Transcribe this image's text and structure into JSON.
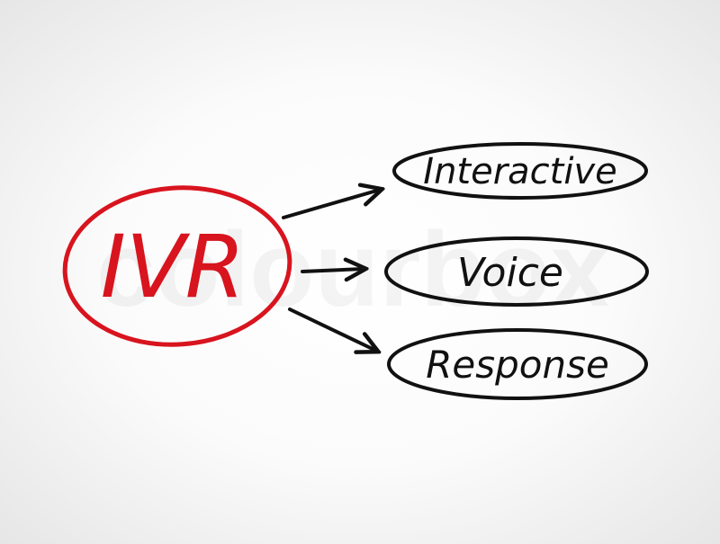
{
  "watermark": "colourbox",
  "center": {
    "label": "IVR",
    "color": "#d8141e"
  },
  "terms": [
    {
      "label": "Interactive"
    },
    {
      "label": "Voice"
    },
    {
      "label": "Response"
    }
  ],
  "ink_color": "#111111"
}
